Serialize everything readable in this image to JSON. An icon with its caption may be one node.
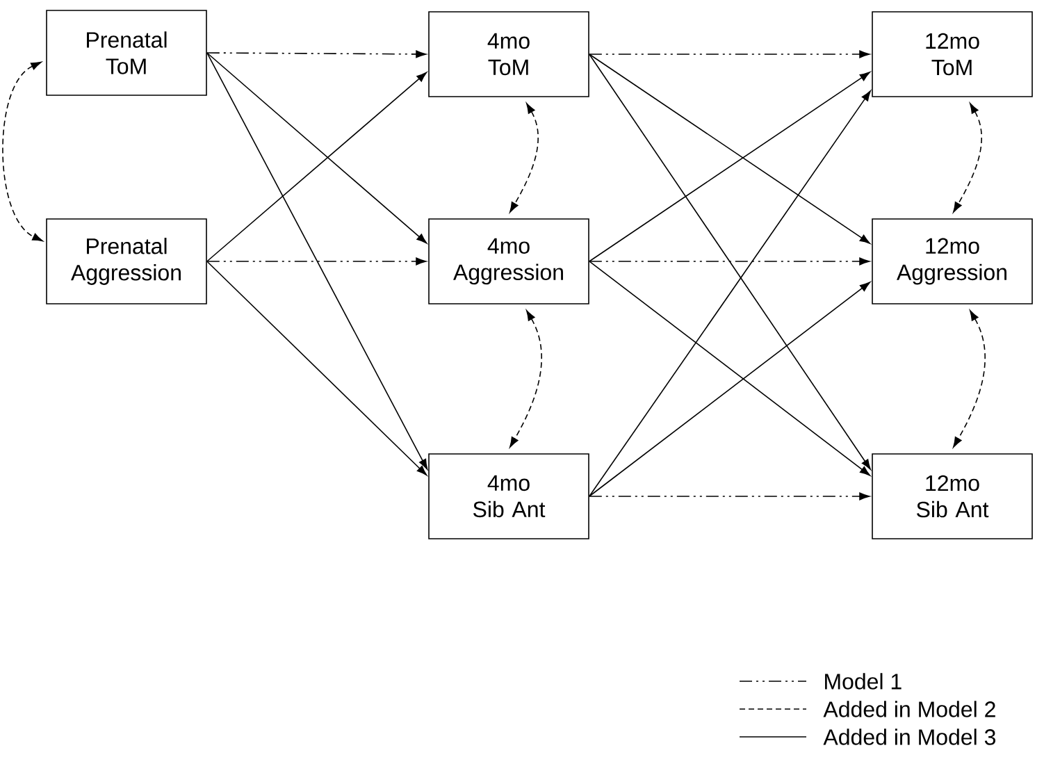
{
  "diagram": {
    "nodes": [
      {
        "text": [
          "Prenatal ToM"
        ]
      },
      {
        "text": [
          "Prenatal Aggression"
        ]
      },
      {
        "text": [
          "4mo ToM"
        ]
      },
      {
        "text": [
          "4mo Aggression"
        ]
      },
      {
        "text": [
          "4mo Sib Ant"
        ]
      },
      {
        "text": [
          "12mo ToM"
        ]
      },
      {
        "text": [
          "12mo Aggression"
        ]
      },
      {
        "text": [
          "12mo Sib Ant"
        ]
      }
    ],
    "edges": [
      {
        "from": 0,
        "to": 2,
        "arrow": "to",
        "style": "dashed"
      },
      {
        "from": 0,
        "to": 3,
        "arrow": "to"
      },
      {
        "from": 0,
        "to": 4,
        "arrow": "to"
      },
      {
        "from": 0,
        "to": 1,
        "arrow": "both",
        "style": "dashed"
      },
      {
        "from": 1,
        "to": 2,
        "arrow": "to"
      },
      {
        "from": 1,
        "to": 3,
        "arrow": "to",
        "style": "dashed"
      },
      {
        "from": 1,
        "to": 4,
        "arrow": "to"
      },
      {
        "from": 2,
        "to": 5,
        "arrow": "to",
        "style": "dashed"
      },
      {
        "from": 2,
        "to": 6,
        "arrow": "to"
      },
      {
        "from": 2,
        "to": 7,
        "arrow": "to"
      },
      {
        "from": 2,
        "to": 3,
        "arrow": "both",
        "style": "dashed"
      },
      {
        "from": 3,
        "to": 5,
        "arrow": "to"
      },
      {
        "from": 3,
        "to": 6,
        "arrow": "to",
        "style": "dashed"
      },
      {
        "from": 3,
        "to": 7,
        "arrow": "to"
      },
      {
        "from": 3,
        "to": 4,
        "arrow": "both",
        "style": "dashed"
      },
      {
        "from": 4,
        "to": 5,
        "arrow": "to"
      },
      {
        "from": 4,
        "to": 6,
        "arrow": "to"
      },
      {
        "from": 4,
        "to": 7,
        "arrow": "to",
        "style": "dashed"
      },
      {
        "from": 5,
        "to": 6,
        "arrow": "both",
        "style": "dashed"
      },
      {
        "from": 6,
        "to": 7,
        "arrow": "both",
        "style": "dashed"
      }
    ],
    "legend": [
      {
        "text": "Model 1"
      },
      {
        "text": "Added in Model 2"
      },
      {
        "text": "Added in Model 3"
      }
    ]
  }
}
